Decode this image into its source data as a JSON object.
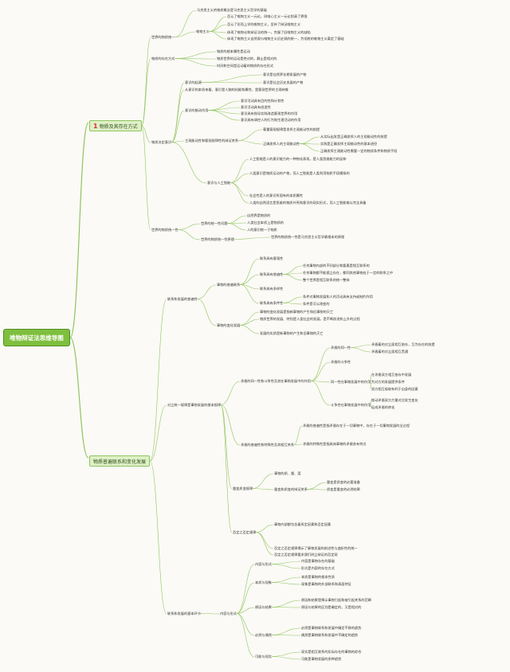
{
  "root": "唯物辩证法思维导图",
  "branches": [
    {
      "num": "1",
      "label": "物质及其存在方式"
    },
    {
      "label": "物质普遍联系和变化发展"
    }
  ],
  "nodes": {
    "shijie_benyuan": "世界的物质统一",
    "weiwu_zhuyi": "唯物主义",
    "wuzhi_shuxing": "物质的存在方式",
    "shijie_guan": "马克思主义的物质概念是马克思主义哲学的基础",
    "gl1": "否认了唯物主义一元论，同唯心主义一元论划清了界限",
    "gl2": "否认了形而上学的唯物主义，坚持了辩证唯物主义",
    "gl3": "体现了唯物论和辩证法的统一，克服了旧唯物主义的缺陷",
    "gl4": "体现了唯物主义自然观与唯物主义历史观的统一，为彻底的唯物主义奠定了基础",
    "yd1": "物质的根本属性是运动",
    "yd2": "物质世界的运动是绝对的，静止是相对的",
    "yd3": "时间和空间是运动着的物质的存在形式",
    "yishi": "物质决定意识",
    "ys_qiyuan": "意识的起源",
    "ys_q1": "意识是自然界长期发展的产物",
    "ys_q2": "意识是社会历史发展的产物",
    "ys_benzhi": "从意识的本质来看，意识是人脑的机能和属性，是客观世界的主观映像",
    "fzy": "意识的能动作用",
    "fzy1": "意识活动具有目的性和计划性",
    "fzy2": "意识活动具有创造性",
    "fzy3": "意识具有指导实践改造客观世界的作用",
    "fzy4": "意识具有调控人的行为和生理活动的作用",
    "zgndx": "主观能动性和客观规律性的辩证关系",
    "zg1": "尊重客观规律是发挥主观能动性的前提",
    "zg2": "正确发挥人的主观能动性",
    "zg2a": "从实际出发是正确发挥人的主观能动性的前提",
    "zg2b": "实践是正确发挥主观能动性的基本途径",
    "zg2c": "正确发挥主观能动性需要一定的物质条件和物质手段",
    "rgzn": "意识与人工智能",
    "rg1": "人工智能是人的意识能力的一种物化表现，是人类思维能力的延伸",
    "rg2": "人类意识是物质运动的产物，而人工智能是人类利用物质手段模拟的",
    "rg3": "社会性是人的意识所固有的本质属性",
    "rg4": "人类的自然语言是思维的物质外壳和意识的现实形式，而人工智能难以完全具备",
    "sjgwz": "世界的物质统一性",
    "sj1": "世界的统一性问题",
    "sj1a": "自然界是物质的",
    "sj1b": "人类社会本质上是物质的",
    "sj1c": "人的意识统一于物质",
    "sj2": "世界的物质统一性原理",
    "sj2a": "世界的物质统一性是马克思主义哲学最根本的原理",
    "lianxi": "联系和发展的普遍性",
    "lx_putong": "事物的普遍联系",
    "lx_a": "联系具有客观性",
    "lx_b": "联系具有普遍性",
    "lx_b1": "任何事物内部的不同部分和要素是相互联系的",
    "lx_b2": "任何事物都不能孤立存在，都同其他事物处于一定的联系之中",
    "lx_b3": "整个世界是相互联系的统一整体",
    "lx_c": "联系具有多样性",
    "lx_d": "联系具有条件性",
    "lx_d1": "条件对事物发展和人的活动具有支持或制约作用",
    "lx_d2": "条件是可以改变的",
    "fz": "事物的变化发展",
    "fz1": "事物的变化发展是指新事物的产生和旧事物的灭亡",
    "fz2": "物质世界的发展、特别是人类社会的发展，是不断前进和上升的过程",
    "fz3": "发展的实质是新事物的产生和旧事物的灭亡",
    "dxgl": "对立统一规律是事物发展的根本规律",
    "mz": "矛盾的同一性和斗争性及其在事物发展中的作用",
    "mz_a": "矛盾的同一性",
    "mz_a1": "矛盾着的对立面相互依存，互为存在的前提",
    "mz_a2": "矛盾着的对立面相互贯通",
    "mz_b": "矛盾的斗争性",
    "mz_c": "同一性在事物发展中的作用",
    "mz_c1": "在矛盾双方相互依存中发展",
    "mz_c2": "为对方的发展提供条件",
    "mz_c3": "双方相互吸取有利于自身的因素",
    "mz_d": "斗争性在事物发展中的作用",
    "mz_d1": "推动矛盾双方力量对比发生变化",
    "mz_d2": "促成矛盾的转化",
    "mz_pt": "矛盾的普遍性和特殊性及其相互关系",
    "mz_pt1": "矛盾的普遍性是指矛盾存在于一切事物中，存在于一切事物发展的全过程",
    "mz_pt2": "矛盾的特殊性是指具体事物的矛盾各有特点",
    "zlgl": "量变质变规律",
    "zl1": "事物的质、量、度",
    "zl2": "量变和质变的辩证关系",
    "zl2a": "量变是质变的必要准备",
    "zl2b": "质变是量变的必然结果",
    "fdgl": "否定之否定规律",
    "fd1": "事物内部都包含着肯定因素和否定因素",
    "fd2": "否定之否定规律揭示了事物发展的前进性与曲折性的统一",
    "fd3": "否定之否定规律要求我们树立辩证的否定观",
    "jbhj": "联系和发展的基本环节",
    "nr": "内容与形式",
    "nr1": "内容是事物存在的基础",
    "nr2": "形式是内容的存在方式",
    "bzxx": "本质与现象",
    "bz1": "本质是事物的根本性质",
    "bz2": "现象是事物的外部联系和表面特征",
    "yg": "原因与结果",
    "yg1": "原因和结果是揭示事物引起和被引起关系的范畴",
    "yg2": "原因与结果的区别是确定的，又是相对的",
    "bx": "必然与偶然",
    "bx1": "必然是事物联系和发展中确定不移的趋势",
    "bx2": "偶然是事物联系和发展中不确定的趋势",
    "kn": "可能与现实",
    "kn1": "现实是相互联系的实际存在的事物的综合",
    "kn2": "可能是事物发展的多种趋势"
  },
  "colors": {
    "root_fill": "#7fbf3f",
    "branch_fill": "#dff0c6",
    "line": "#8fc45f",
    "accent": "#e03030"
  }
}
